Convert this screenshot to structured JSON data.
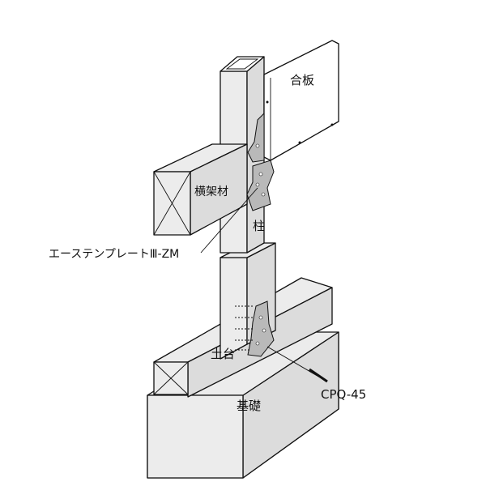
{
  "labels": {
    "plywood": "合板",
    "beam": "横架材",
    "post": "柱",
    "plate": "エーステンプレートⅢ-ZM",
    "sill": "土台",
    "foundation": "基礎",
    "anchor": "CPQ-45"
  }
}
